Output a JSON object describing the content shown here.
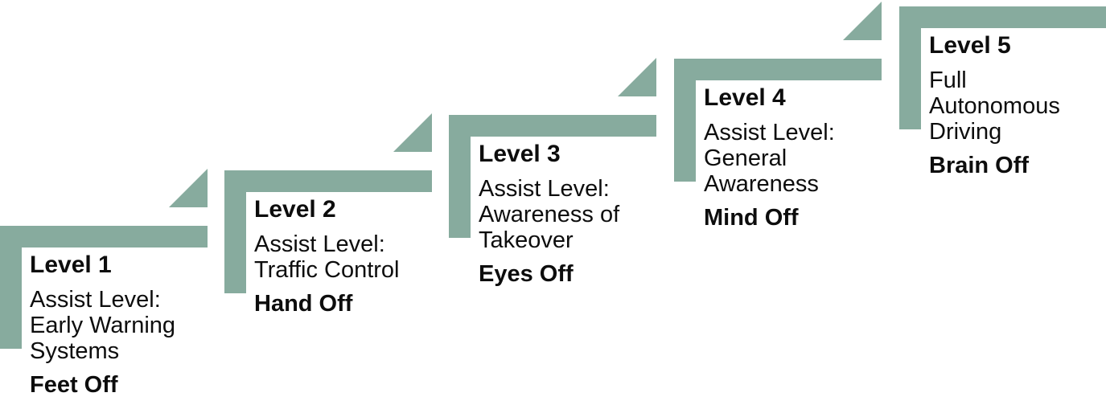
{
  "colors": {
    "step_bracket": "#87AB9E",
    "text": "#0d0d0d",
    "background": "#ffffff"
  },
  "diagram": {
    "type": "staircase-levels",
    "description_visible_text_only": "Five ascending steps, Level 1 through Level 5"
  },
  "levels": [
    {
      "title": "Level 1",
      "desc": "Assist Level:\nEarly Warning\nSystems",
      "tag": "Feet Off"
    },
    {
      "title": "Level 2",
      "desc": "Assist Level:\nTraffic Control",
      "tag": "Hand Off"
    },
    {
      "title": "Level 3",
      "desc": "Assist Level:\nAwareness of\nTakeover",
      "tag": "Eyes Off"
    },
    {
      "title": "Level 4",
      "desc": "Assist Level:\nGeneral\nAwareness",
      "tag": "Mind Off"
    },
    {
      "title": "Level 5",
      "desc": "Full\nAutonomous\nDriving",
      "tag": "Brain Off"
    }
  ]
}
